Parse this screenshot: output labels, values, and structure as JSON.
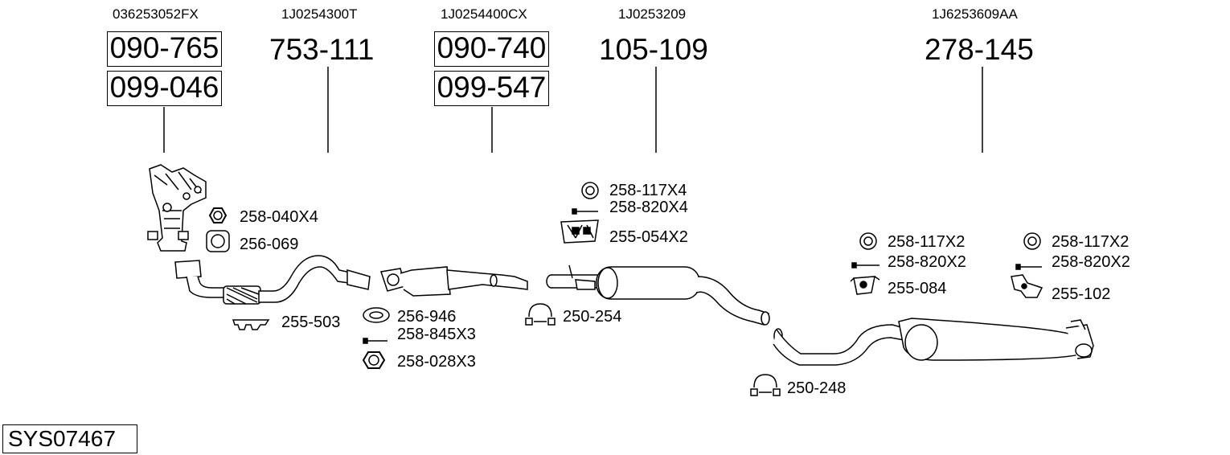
{
  "diagram_id": "SYS07467",
  "columns": [
    {
      "oem": "036253052FX",
      "parts": [
        "090-765",
        "099-046"
      ],
      "boxed": true
    },
    {
      "oem": "1J0254300T",
      "parts": [
        "753-111"
      ],
      "boxed": false
    },
    {
      "oem": "1J0254400CX",
      "parts": [
        "090-740",
        "099-547"
      ],
      "boxed": true
    },
    {
      "oem": "1J0253209",
      "parts": [
        "105-109"
      ],
      "boxed": false
    },
    {
      "oem": "1J6253609AA",
      "parts": [
        "278-145"
      ],
      "boxed": false
    }
  ],
  "fittings": [
    {
      "part": "258-040X4",
      "icon": "hex-nut-icon"
    },
    {
      "part": "256-069",
      "icon": "gasket-icon"
    },
    {
      "part": "255-503",
      "icon": "rubber-mount-icon"
    },
    {
      "part": "256-946",
      "icon": "ring-gasket-icon"
    },
    {
      "part": "258-845X3",
      "icon": "bolt-icon"
    },
    {
      "part": "258-028X3",
      "icon": "hex-nut-icon"
    },
    {
      "part": "250-254",
      "icon": "clamp-icon"
    },
    {
      "part": "258-117X4",
      "icon": "washer-icon"
    },
    {
      "part": "258-820X4",
      "icon": "bolt-icon"
    },
    {
      "part": "255-054X2",
      "icon": "rubber-mount-icon"
    },
    {
      "part": "258-117X2",
      "icon": "washer-icon"
    },
    {
      "part": "258-820X2",
      "icon": "bolt-icon"
    },
    {
      "part": "255-084",
      "icon": "rubber-mount-icon"
    },
    {
      "part": "258-117X2",
      "icon": "washer-icon"
    },
    {
      "part": "258-820X2",
      "icon": "bolt-icon"
    },
    {
      "part": "255-102",
      "icon": "bracket-icon"
    },
    {
      "part": "250-248",
      "icon": "clamp-icon"
    }
  ]
}
